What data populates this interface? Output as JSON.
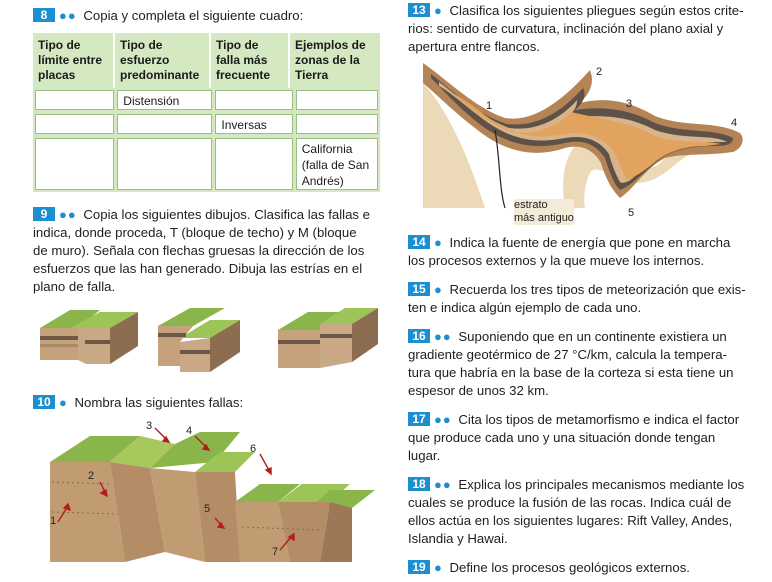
{
  "ex8": {
    "num": "8",
    "dots": "●●",
    "text": "Copia y completa el siguiente cuadro:",
    "headers": [
      "Tipo de límite entre placas",
      "Tipo de esfuerzo predominante",
      "Tipo de falla más frecuente",
      "Ejemplos de zonas de la Tierra"
    ],
    "header_lines": [
      [
        "Tipo de",
        "límite entre",
        "placas"
      ],
      [
        "Tipo de",
        "esfuerzo",
        "predominante"
      ],
      [
        "Tipo de",
        "falla más",
        "frecuente"
      ],
      [
        "Ejemplos de",
        "zonas de la",
        "Tierra"
      ]
    ],
    "rows": [
      [
        "",
        "Distensión",
        "",
        ""
      ],
      [
        "",
        "",
        "Inversas",
        ""
      ],
      [
        "",
        "",
        "",
        "California (falla de San Andrés)"
      ]
    ],
    "row3_lines": [
      "California",
      "(falla de San",
      "Andrés)"
    ]
  },
  "ex9": {
    "num": "9",
    "dots": "●●",
    "lines": [
      "Copia los siguientes dibujos. Clasifica las fallas e",
      "indica, donde proceda, T (bloque de techo) y M (bloque",
      "de muro). Señala con flechas gruesas la dirección de los",
      "esfuerzos que las han generado. Dibuja las estrías en el",
      "plano de falla."
    ]
  },
  "ex10": {
    "num": "10",
    "dots": "●",
    "text": "Nombra las siguientes fallas:",
    "labels": [
      "1",
      "2",
      "3",
      "4",
      "5",
      "6",
      "7"
    ]
  },
  "ex13": {
    "num": "13",
    "dots": "●",
    "lines": [
      "Clasifica los siguientes pliegues según estos crite-",
      "rios: sentido de curvatura, inclinación del plano axial y",
      "apertura entre flancos."
    ],
    "labels": [
      "1",
      "2",
      "3",
      "4",
      "5"
    ],
    "estrato_line1": "estrato",
    "estrato_line2": "más antiguo"
  },
  "ex14": {
    "num": "14",
    "dots": "●",
    "lines": [
      "Indica la fuente de energía que pone en marcha",
      "los procesos externos y la que mueve los internos."
    ]
  },
  "ex15": {
    "num": "15",
    "dots": "●",
    "lines": [
      "Recuerda los tres tipos de meteorización que exis-",
      "ten e indica algún ejemplo de cada uno."
    ]
  },
  "ex16": {
    "num": "16",
    "dots": "●●",
    "lines": [
      "Suponiendo que en un continente existiera un",
      "gradiente geotérmico de 27 °C/km, calcula la tempera-",
      "tura que habría en la base de la corteza si esta tiene un",
      "espesor de unos 32 km."
    ]
  },
  "ex17": {
    "num": "17",
    "dots": "●●",
    "lines": [
      "Cita los tipos de metamorfismo e indica el factor",
      "que produce cada uno y una situación donde tengan",
      "lugar."
    ]
  },
  "ex18": {
    "num": "18",
    "dots": "●●",
    "lines": [
      "Explica los principales mecanismos mediante los",
      "cuales se produce la fusión de las rocas. Indica cuál de",
      "ellos actúa en los siguientes lugares: Rift Valley, Andes,",
      "Islandia y Hawai."
    ]
  },
  "ex19": {
    "num": "19",
    "dots": "●",
    "text": "Define los procesos geológicos externos."
  }
}
